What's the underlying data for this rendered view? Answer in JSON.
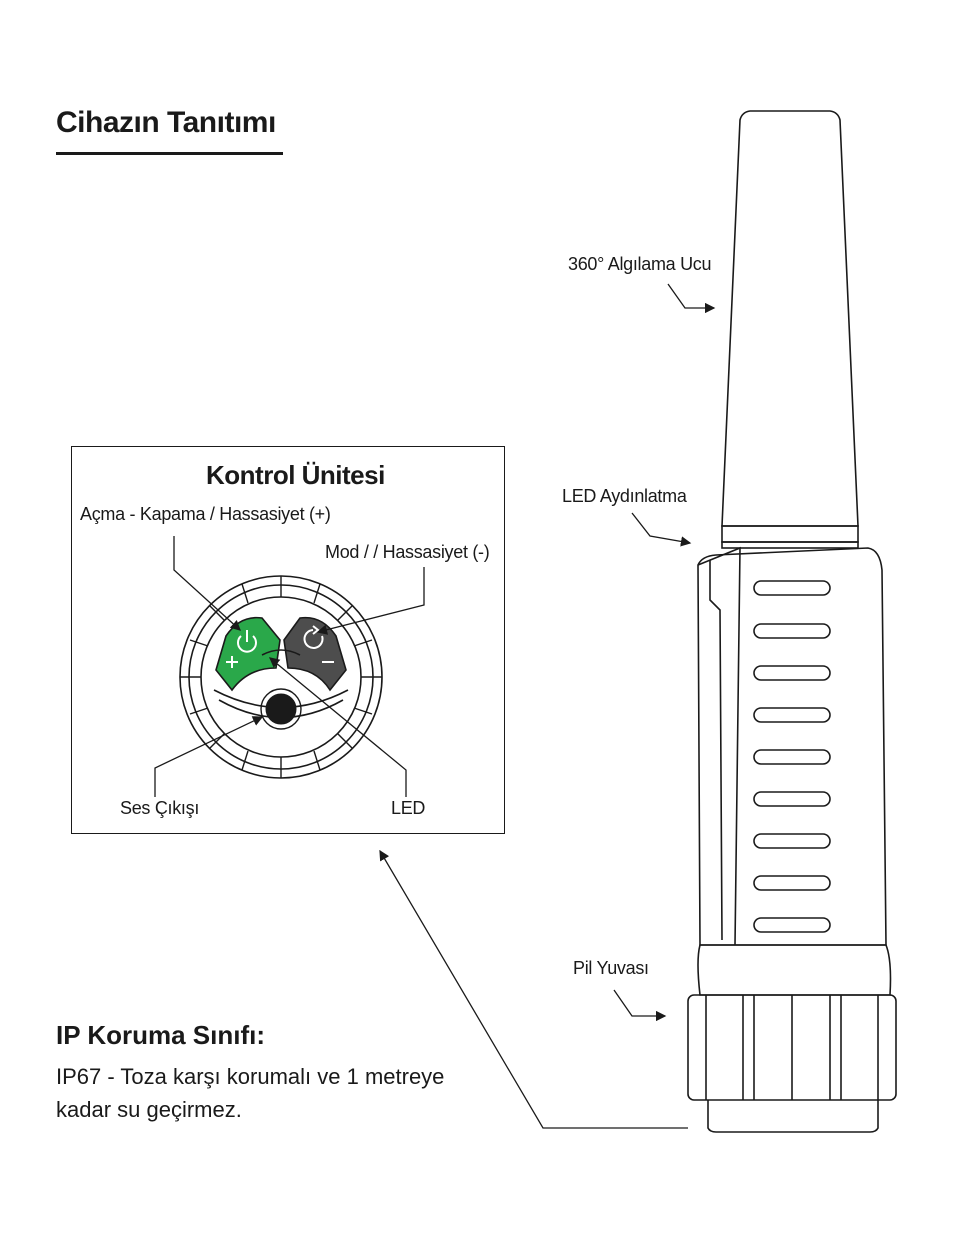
{
  "title": "Cihazın Tanıtımı",
  "labels": {
    "tip": "360° Algılama Ucu",
    "led_light": "LED Aydınlatma",
    "battery": "Pil Yuvası"
  },
  "control_unit": {
    "title": "Kontrol Ünitesi",
    "power": "Açma - Kapama / Hassasiyet (+)",
    "mode": "Mod / / Hassasiyet (-)",
    "audio": "Ses Çıkışı",
    "led": "LED"
  },
  "ip": {
    "title": "IP Koruma Sınıfı:",
    "text": "IP67 - Toza karşı korumalı ve 1 metreye kadar su geçirmez."
  },
  "colors": {
    "power_button": "#2aa84a",
    "mode_button": "#4d4d4d",
    "line": "#1a1a1a"
  },
  "icons": [
    "power-icon",
    "refresh-icon",
    "plus-icon",
    "minus-icon"
  ]
}
